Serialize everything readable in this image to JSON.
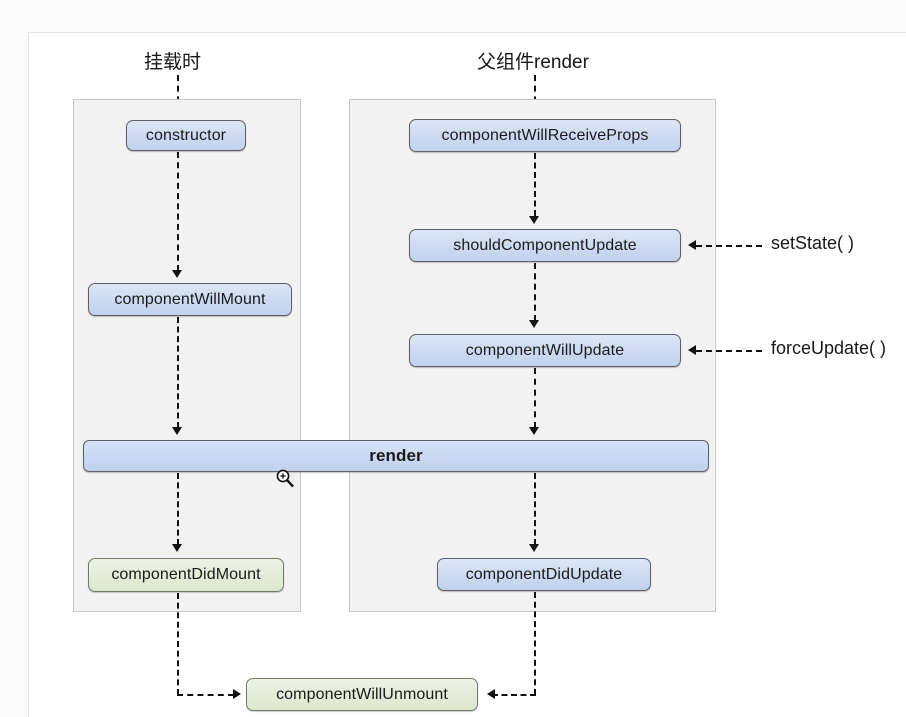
{
  "diagram": {
    "title_mount_phase": "挂载时",
    "title_update_phase": "父组件render",
    "nodes": {
      "constructor": "constructor",
      "component_will_mount": "componentWillMount",
      "render": "render",
      "component_did_mount": "componentDidMount",
      "component_will_receive_props": "componentWillReceiveProps",
      "should_component_update": "shouldComponentUpdate",
      "component_will_update": "componentWillUpdate",
      "component_did_update": "componentDidUpdate",
      "component_will_unmount": "componentWillUnmount"
    },
    "triggers": {
      "set_state": "setState( )",
      "force_update": "forceUpdate( )"
    },
    "colors": {
      "node_blue_fill": "#cbd9f1",
      "node_blue_border": "#5d6066",
      "node_green_fill": "#e4ecd8",
      "node_green_border": "#6f7a68",
      "panel_fill": "#f2f2f2",
      "panel_border": "#c9c9c9",
      "connector": "#111111",
      "canvas": "#ffffff"
    },
    "cursor": "magnifier-zoom-in-cursor"
  }
}
